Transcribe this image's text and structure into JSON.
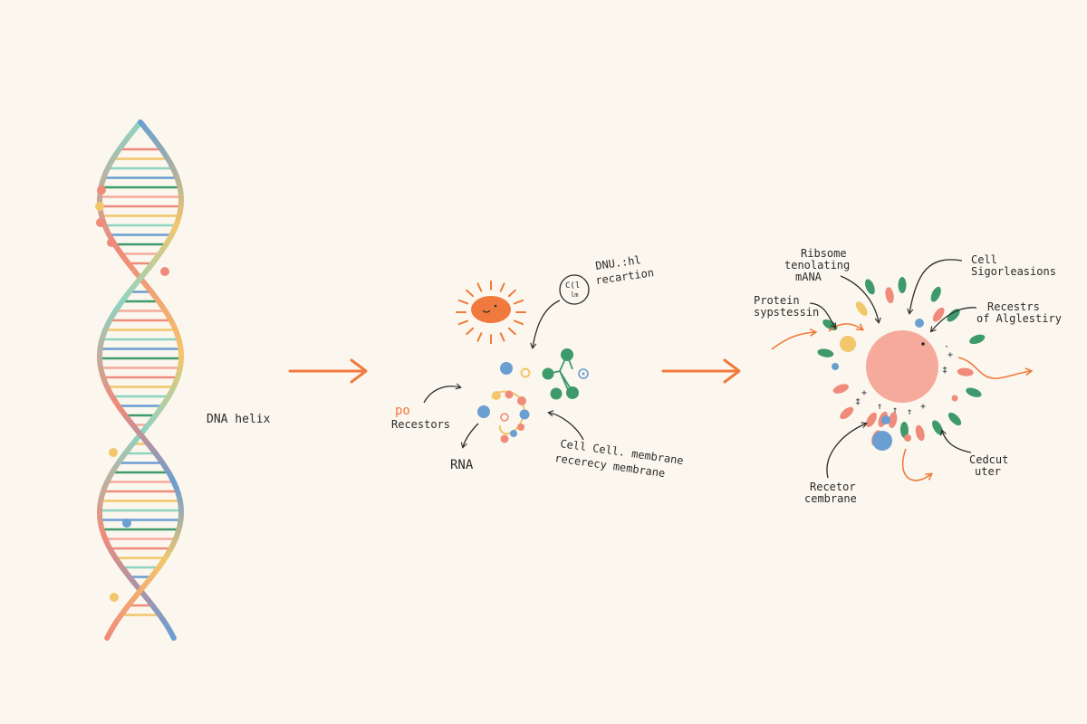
{
  "colors": {
    "background": "#fbf7ee",
    "orange": "#f07a3d",
    "salmon": "#f08a7a",
    "yellow": "#f2c66b",
    "blue": "#6b9ed1",
    "teal": "#8fd3c2",
    "green": "#3f9a6b",
    "pink": "#f6aa9c",
    "ink": "#2b2b2b"
  },
  "left": {
    "dna_label": "DNA helix"
  },
  "middle": {
    "annotation_top": [
      "DNU.:hl",
      "recartion"
    ],
    "circle_text": [
      "C(l",
      "lm"
    ],
    "receptors_label": "Recestors",
    "receptors_glyph": "po",
    "rna_label": "RNA",
    "membrane_label": [
      "Cell Cell. membrane",
      "recerecy membrane"
    ]
  },
  "right": {
    "ribosome_label": [
      "Ribsome",
      "tenolating",
      "mANA"
    ],
    "cell_label": [
      "Cell",
      "Sigorleasions"
    ],
    "protein_label": [
      "Protein",
      "sypstessin"
    ],
    "receptors_label": [
      "Recestrs",
      "of Alglestiry"
    ],
    "cedcut_label": [
      "Cedcut",
      "uter"
    ],
    "recetor_label": [
      "Recetor",
      "cembrane"
    ]
  }
}
